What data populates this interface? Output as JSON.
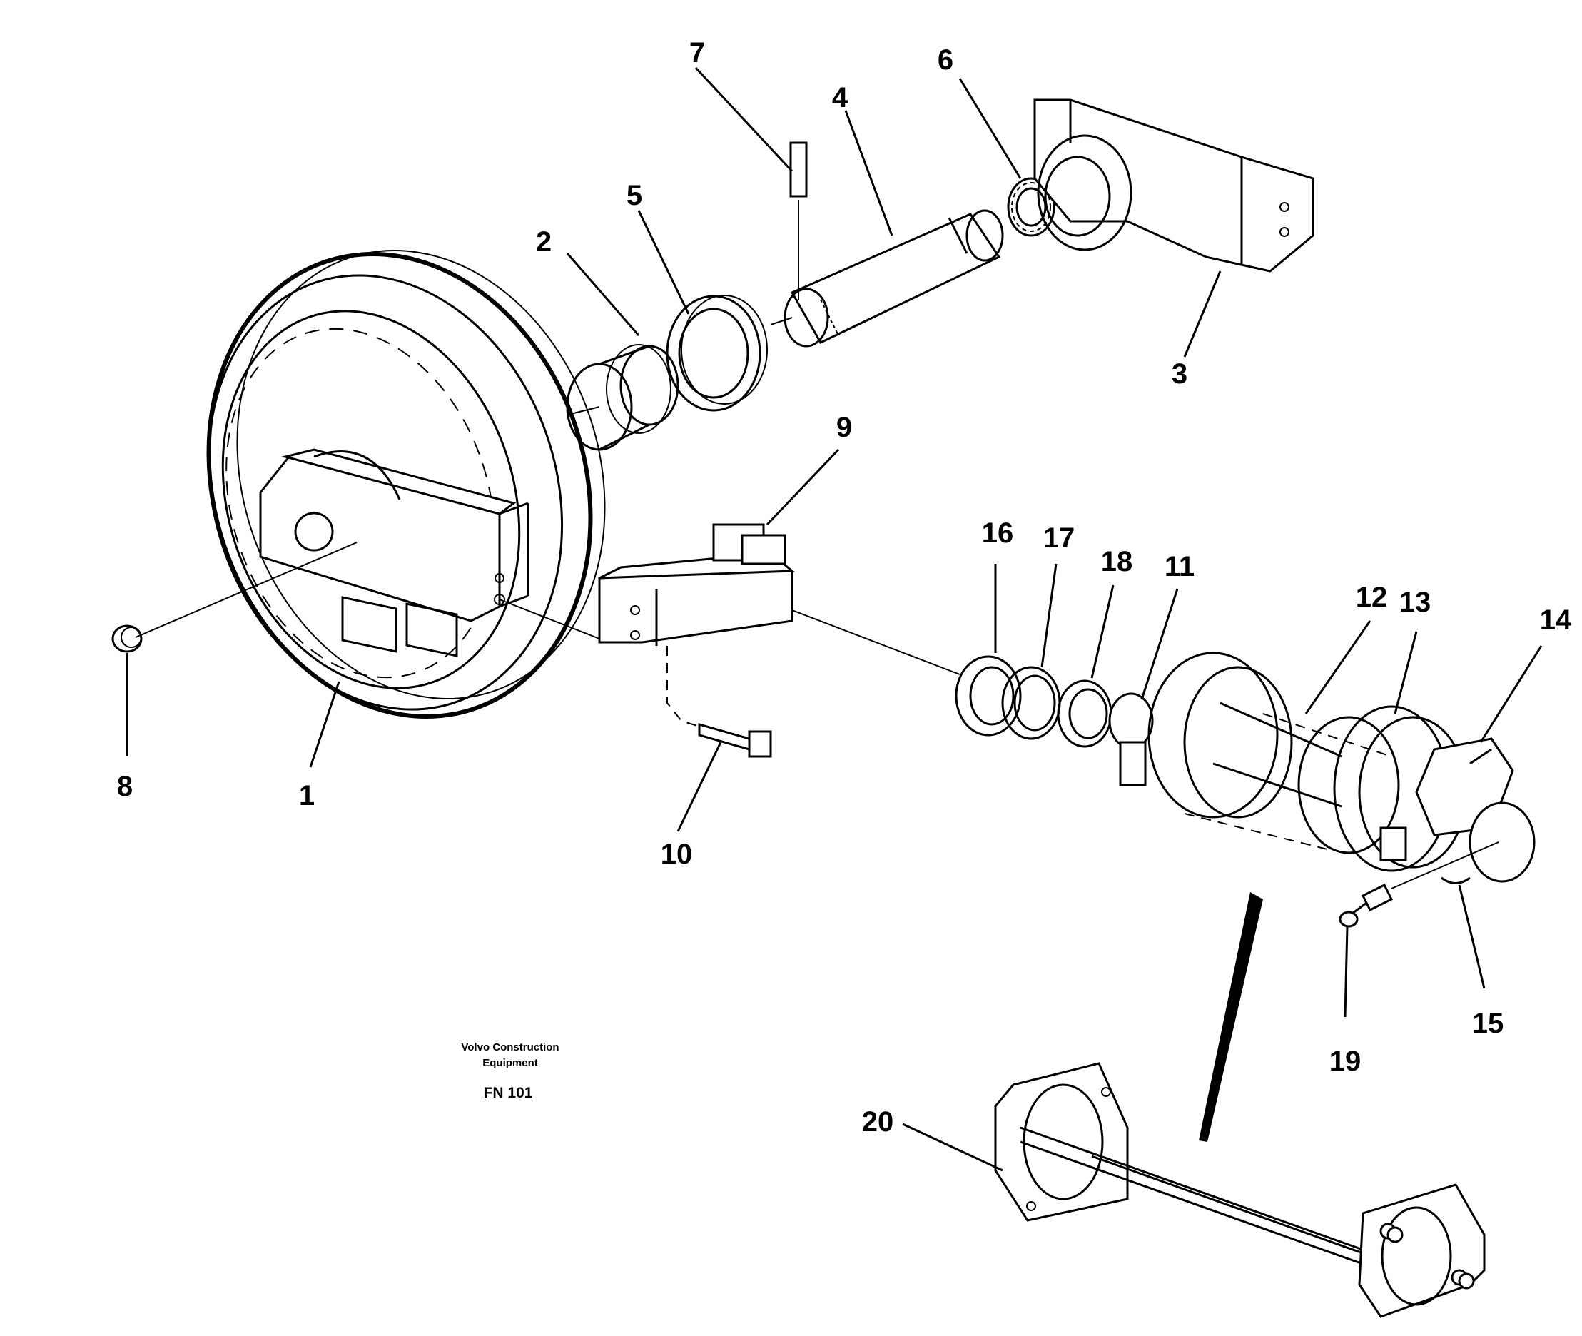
{
  "diagram": {
    "part_numbers": [
      "1",
      "2",
      "3",
      "4",
      "5",
      "6",
      "7",
      "8",
      "9",
      "10",
      "11",
      "12",
      "13",
      "14",
      "15",
      "16",
      "17",
      "18",
      "19",
      "20"
    ],
    "brand_line1": "Volvo Construction",
    "brand_line2": "Equipment",
    "drawing_code": "FN 101"
  }
}
